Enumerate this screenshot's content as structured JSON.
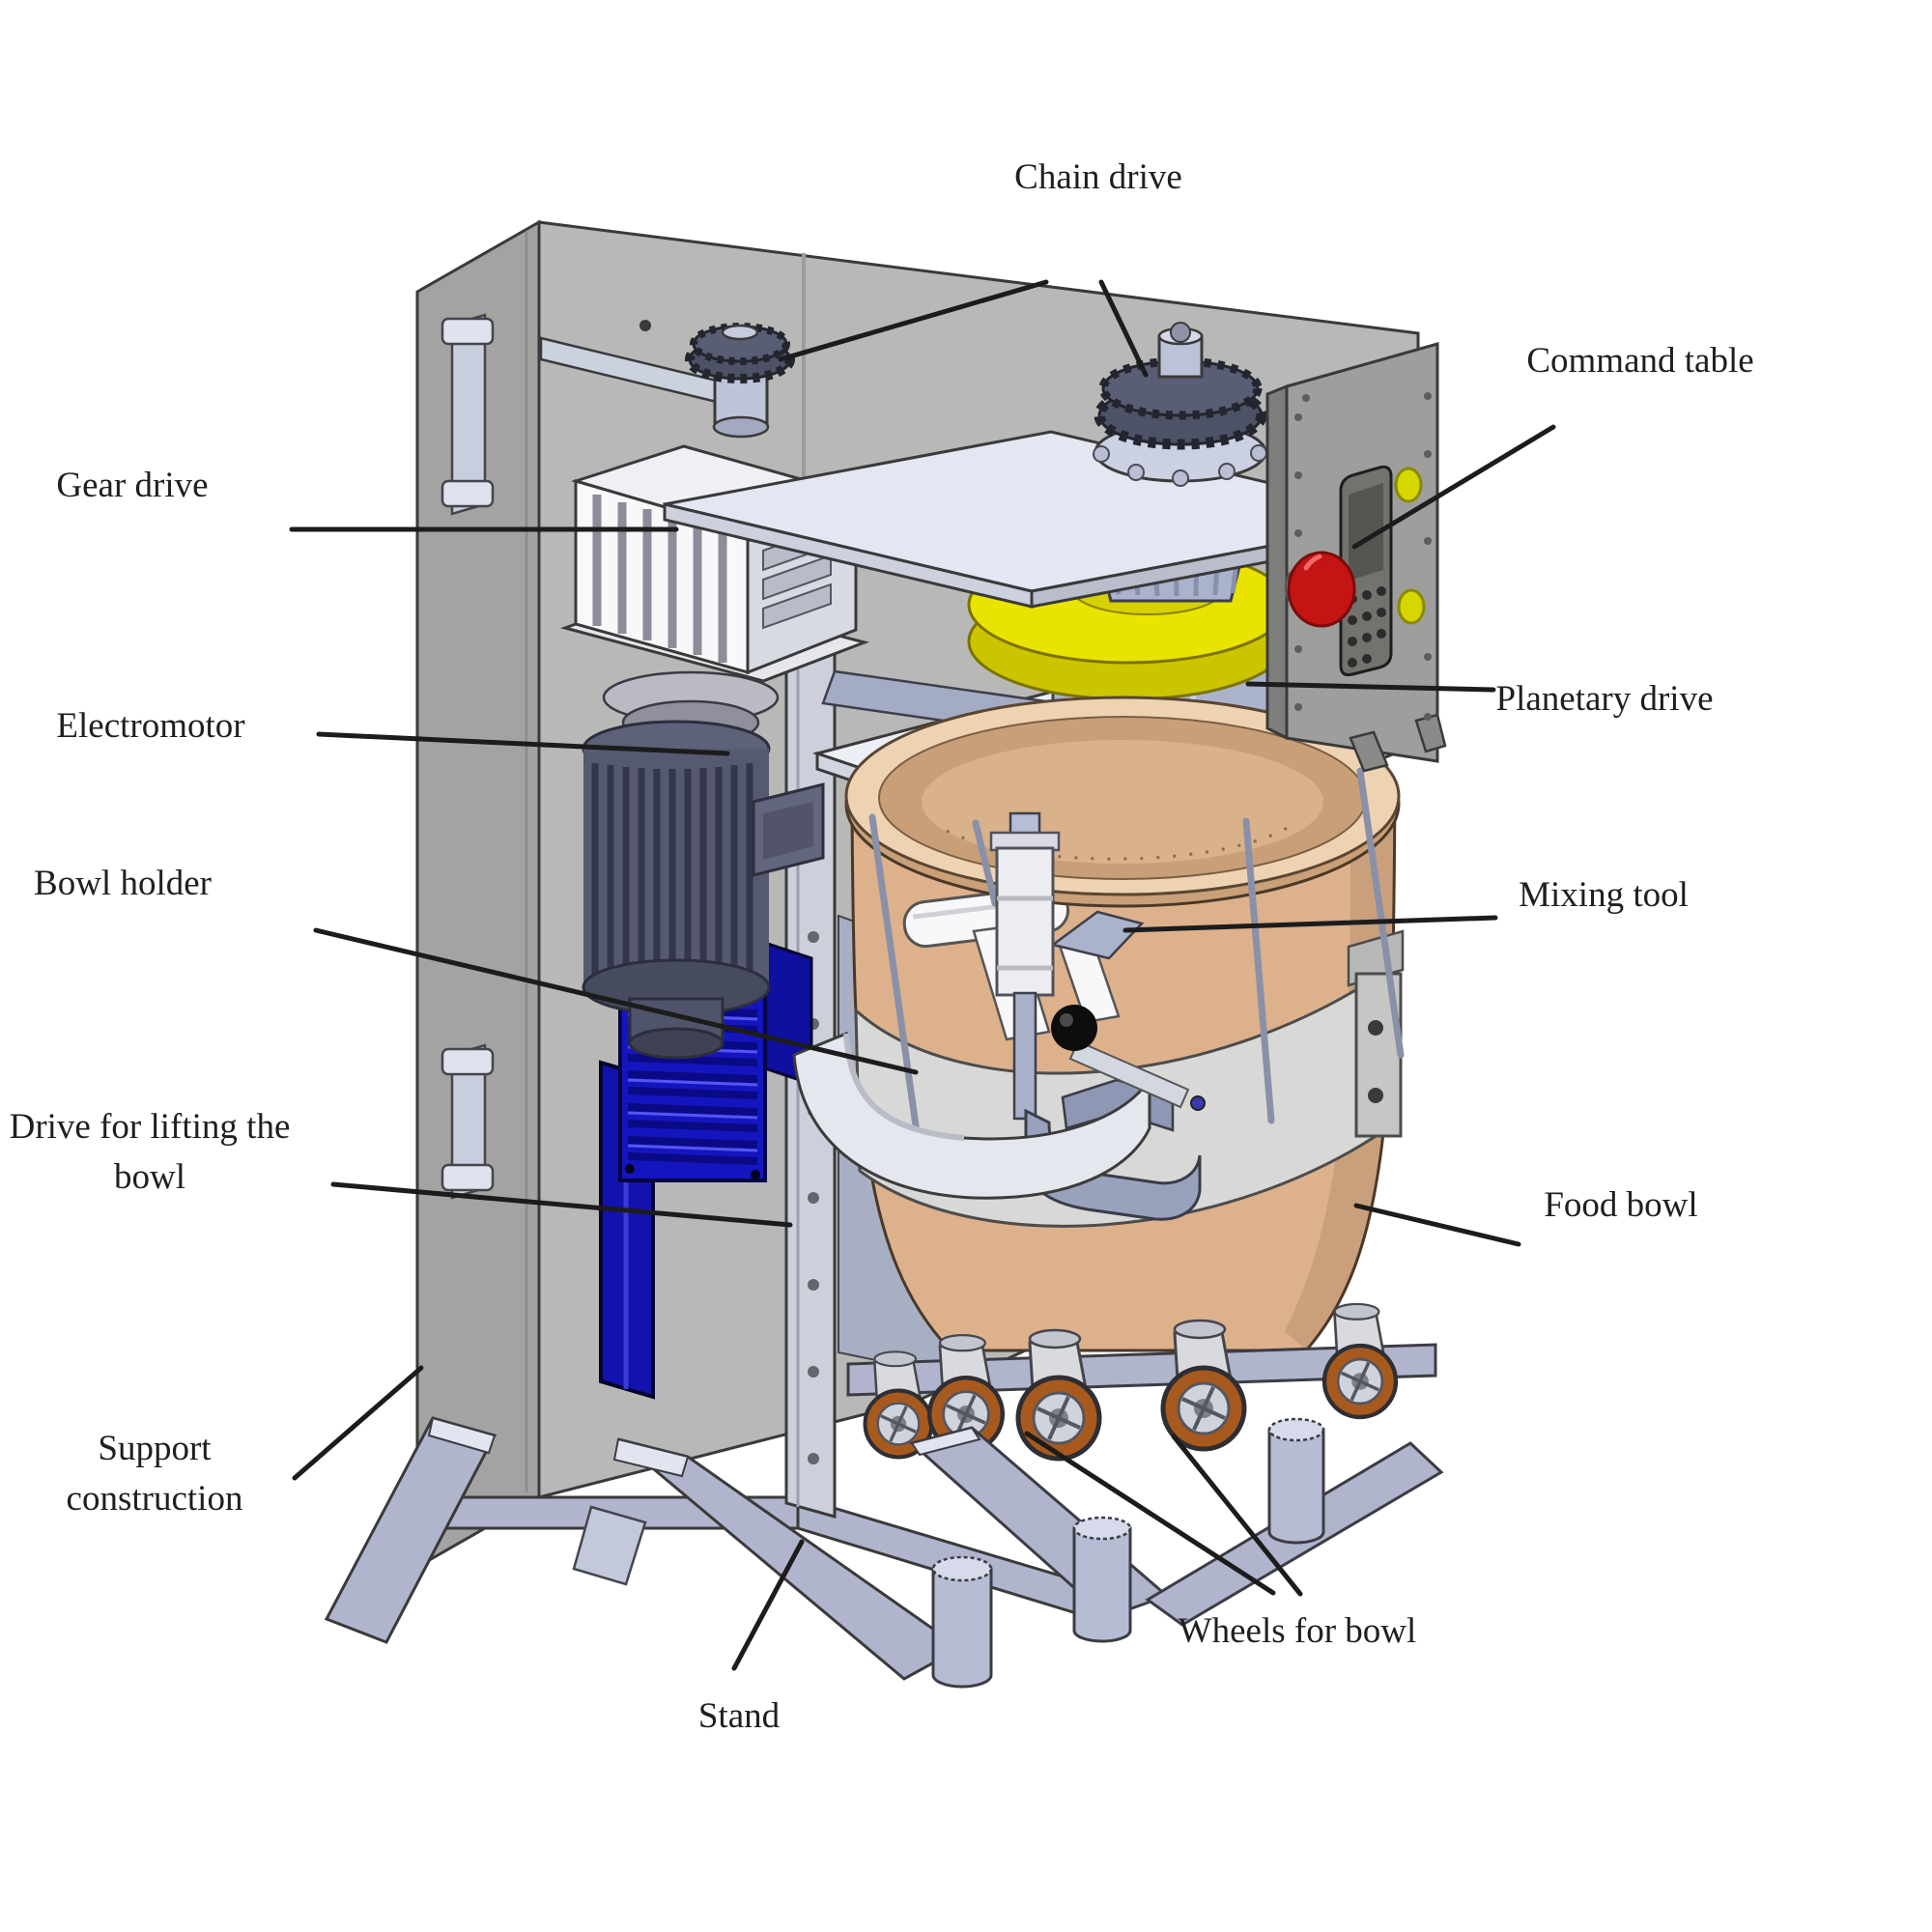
{
  "figure": {
    "title": "",
    "type": "labeled-technical-diagram"
  },
  "labels": [
    {
      "id": "chain-drive",
      "text": "Chain drive"
    },
    {
      "id": "command-table",
      "text": "Command table"
    },
    {
      "id": "gear-drive",
      "text": "Gear drive"
    },
    {
      "id": "electromotor",
      "text": "Electromotor"
    },
    {
      "id": "bowl-holder",
      "text": "Bowl holder"
    },
    {
      "id": "drive-lifting",
      "text": "Drive for lifting the bowl"
    },
    {
      "id": "support-construction",
      "text": "Support construction"
    },
    {
      "id": "stand",
      "text": "Stand"
    },
    {
      "id": "wheels-for-bowl",
      "text": "Wheels for bowl"
    },
    {
      "id": "food-bowl",
      "text": "Food bowl"
    },
    {
      "id": "mixing-tool",
      "text": "Mixing tool"
    },
    {
      "id": "planetary-drive",
      "text": "Planetary drive"
    }
  ],
  "colors": {
    "leader_line": "#1c1c1c",
    "label_text": "#1f1f1f",
    "wall_gray": "#b8b8b6",
    "panel_gray": "#a3a3a1",
    "light_plate": "#e4e7f1",
    "steel_blue": "#b0b5cd",
    "part_blue_gray": "#aab2cc",
    "motor_gray": "#565a70",
    "lifting_blue": "#1515c0",
    "planetary_yellow": "#e9e300",
    "bowl_tan": "#ddb18c",
    "bowl_rim_light": "#eed3b2",
    "band_gray": "#d8d8d6",
    "white_part": "#f8f8fa",
    "wheel_orange": "#a85a1e",
    "button_red": "#c41414",
    "button_yellow": "#d6d600",
    "box_gray": "#9e9e9c"
  }
}
